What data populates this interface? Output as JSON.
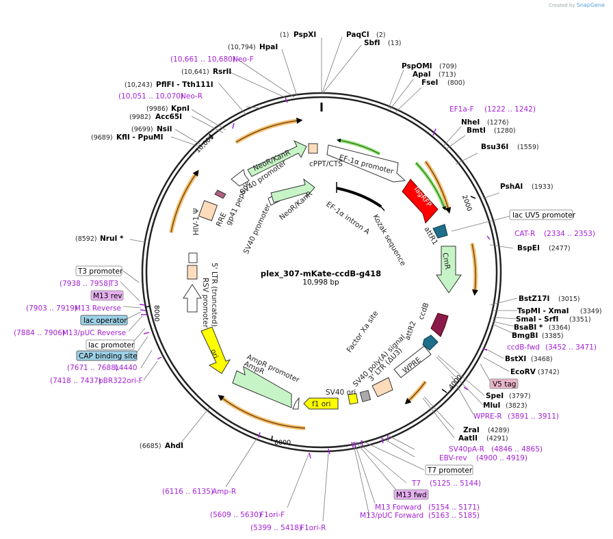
{
  "brand": {
    "prefix": "Created by",
    "name": "SnapGene"
  },
  "plasmid": {
    "name": "plex_307-mKate-ccdB-g418",
    "size": "10,998 bp"
  },
  "ticks": [
    "10,000",
    "2000",
    "4000",
    "6000",
    "8000"
  ],
  "sites": [
    {
      "coord": "(1)",
      "name": "PspXI"
    },
    {
      "name": "PaqCI",
      "coord": "(2)"
    },
    {
      "name": "SbfI",
      "coord": "(13)"
    },
    {
      "coord": "(10,794)",
      "name": "HpaI"
    },
    {
      "coord": "(10,641)",
      "name": "RsrII"
    },
    {
      "coord": "(10,243)",
      "name": "PflFI - Tth111I"
    },
    {
      "coord": "(9986)",
      "name": "KpnI"
    },
    {
      "coord": "(9982)",
      "name": "Acc65I"
    },
    {
      "coord": "(9699)",
      "name": "NsiI"
    },
    {
      "coord": "(9689)",
      "name": "KflI - PpuMI"
    },
    {
      "name": "PspOMI",
      "coord": "(709)"
    },
    {
      "name": "ApaI",
      "coord": "(713)"
    },
    {
      "name": "FseI",
      "coord": "(800)"
    },
    {
      "name": "NheI",
      "coord": "(1276)"
    },
    {
      "name": "BmtI",
      "coord": "(1280)"
    },
    {
      "name": "Bsu36I",
      "coord": "(1559)"
    },
    {
      "name": "PshAI",
      "coord": "(1933)"
    },
    {
      "name": "BspEI",
      "coord": "(2477)"
    },
    {
      "coord": "(8592)",
      "name": "NruI *"
    },
    {
      "name": "BstZ17I",
      "coord": "(3015)"
    },
    {
      "name": "TspMI - XmaI",
      "coord": "(3349)"
    },
    {
      "name": "SmaI - SrfI",
      "coord": "(3351)"
    },
    {
      "name": "BsaBI *",
      "coord": "(3364)"
    },
    {
      "name": "BmgBI",
      "coord": "(3385)"
    },
    {
      "name": "BstXI",
      "coord": "(3468)"
    },
    {
      "name": "EcoRV",
      "coord": "(3742)"
    },
    {
      "name": "SpeI",
      "coord": "(3797)"
    },
    {
      "name": "MluI",
      "coord": "(3823)"
    },
    {
      "name": "ZraI",
      "coord": "(4289)"
    },
    {
      "name": "AatII",
      "coord": "(4291)"
    },
    {
      "coord": "(6685)",
      "name": "AhdI"
    }
  ],
  "primers": [
    {
      "coord": "(10,661 .. 10,680)",
      "name": "Neo-F"
    },
    {
      "coord": "(10,051 .. 10,070)",
      "name": "Neo-R"
    },
    {
      "name": "EF1a-F",
      "coord": "(1222 .. 1242)"
    },
    {
      "name": "CAT-R",
      "coord": "(2334 .. 2353)"
    },
    {
      "coord": "(7938 .. 7958)",
      "name": "T3"
    },
    {
      "coord": "(7903 .. 7919)",
      "name": "M13 Reverse"
    },
    {
      "coord": "(7884 .. 7906)",
      "name": "M13/pUC Reverse"
    },
    {
      "coord": "(7671 .. 7688)",
      "name": "L4440"
    },
    {
      "coord": "(7418 .. 7437)",
      "name": "pBR322ori-F"
    },
    {
      "name": "ccdB-fwd",
      "coord": "(3452 .. 3471)"
    },
    {
      "name": "WPRE-R",
      "coord": "(3891 .. 3911)"
    },
    {
      "name": "SV40pA-R",
      "coord": "(4846 .. 4865)"
    },
    {
      "name": "EBV-rev",
      "coord": "(4900 .. 4919)"
    },
    {
      "name": "T7",
      "coord": "(5125 .. 5144)"
    },
    {
      "name": "M13 Forward",
      "coord": "(5154 .. 5171)"
    },
    {
      "name": "M13/pUC Forward",
      "coord": "(5163 .. 5185)"
    },
    {
      "coord": "(6116 .. 6135)",
      "name": "Amp-R"
    },
    {
      "coord": "(5609 .. 5630)",
      "name": "F1ori-F"
    },
    {
      "coord": "(5399 .. 5418)",
      "name": "F1ori-R"
    }
  ],
  "boxed": {
    "lacUV5": "lac UV5 promoter",
    "t3promoter": "T3 promoter",
    "m13rev": "M13 rev",
    "lacOperator": "lac operator",
    "lacPromoter": "lac promoter",
    "cap": "CAP binding site",
    "v5": "V5 tag",
    "t7promoter": "T7 promoter",
    "m13fwd": "M13 fwd"
  },
  "features": {
    "cppt": "cPPT/CTS",
    "ef1aPromoter": "EF-1α promoter",
    "tagrfp": "TagRFP",
    "attr1": "attR1",
    "cmr": "CmR",
    "ccdb": "ccdB",
    "attr2": "attR2",
    "wpre": "WPRE",
    "ltr3": "3' LTR (ΔU3)",
    "sv40polyA": "SV40 poly(A) signal",
    "sv40ori": "SV40 ori",
    "f1ori": "f1 ori",
    "ampRPromoter": "AmpR promoter",
    "ampR": "AmpR",
    "ori": "ori",
    "rsvPromoter": "RSV promoter",
    "ltr5": "5' LTR (truncated)",
    "hiv": "HIV-1 Ψ",
    "rre": "RRE",
    "gp41": "gp41 peptide",
    "sv40Promoter1": "SV40 promoter",
    "neoKan1": "NeoR/KanR",
    "sv40Promoter2": "SV40 promoter",
    "neoKan2": "NeoR/KanR",
    "ef1aIntron": "EF-1α intron A",
    "kozak": "Kozak sequence",
    "factorXa": "Factor Xa site"
  },
  "colors": {
    "backbone": "#222222",
    "primerPurple": "#a31fd6",
    "ampR": "#c6f4c6",
    "ori": "#ffff00",
    "tagrfp": "#ff0000",
    "ccdb": "#8b1a4a",
    "att": "#1f6e8a",
    "orf": "#f5a623"
  }
}
